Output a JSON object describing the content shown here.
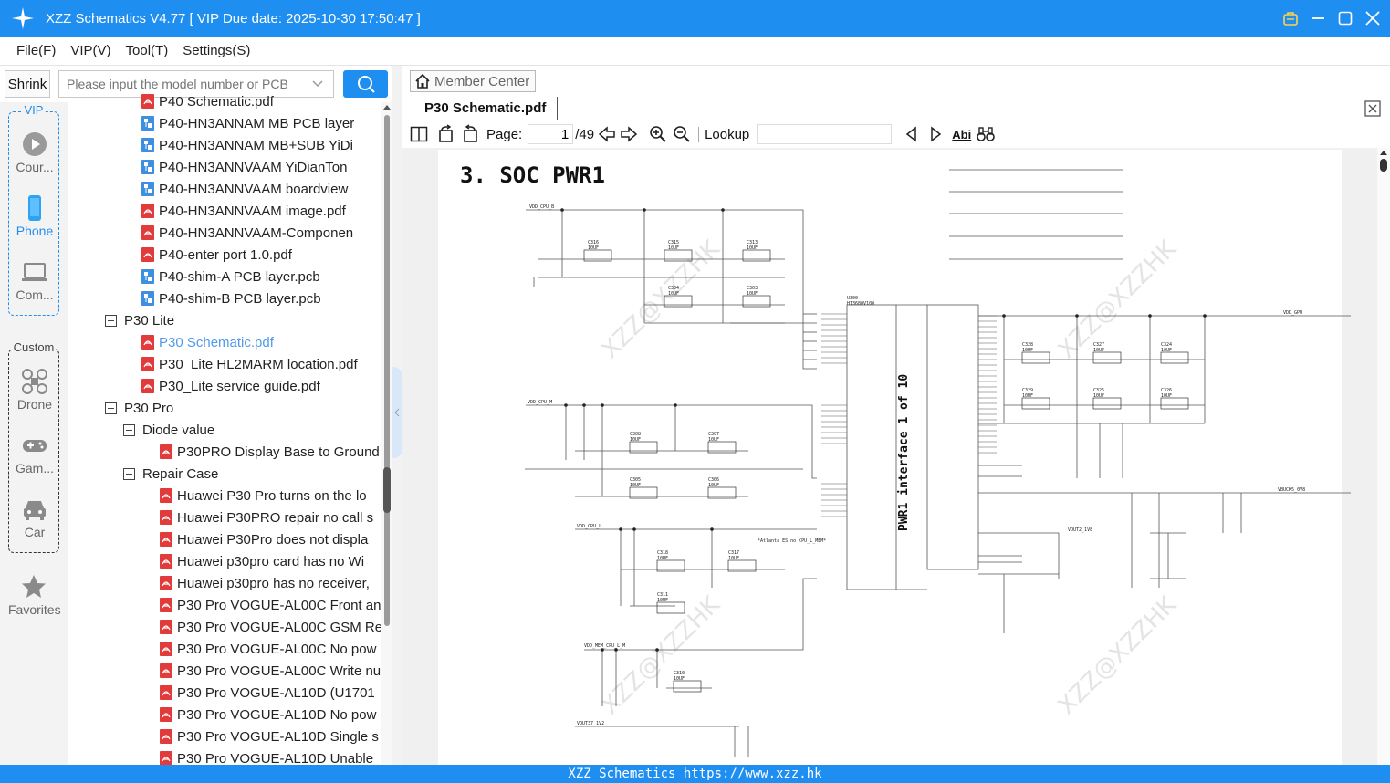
{
  "window": {
    "title": "XZZ Schematics V4.77 [ VIP Due date: 2025-10-30 17:50:47 ]"
  },
  "menu": [
    "File(F)",
    "VIP(V)",
    "Tool(T)",
    "Settings(S)"
  ],
  "search": {
    "shrink_label": "Shrink",
    "placeholder": "Please input the model number or PCB"
  },
  "nav": {
    "vip_label": "VIP",
    "custom_label": "Custom",
    "items": {
      "course": "Cour...",
      "phone": "Phone",
      "computer": "Com...",
      "drone": "Drone",
      "game": "Gam...",
      "car": "Car",
      "favorites": "Favorites"
    }
  },
  "tree": {
    "rows": [
      {
        "type": "pdf",
        "label": "P40 Schematic.pdf",
        "indent": 2
      },
      {
        "type": "pcb",
        "label": "P40-HN3ANNAM MB PCB layer",
        "indent": 2
      },
      {
        "type": "pcb",
        "label": "P40-HN3ANNAM MB+SUB YiDi",
        "indent": 2
      },
      {
        "type": "pcb",
        "label": "P40-HN3ANNVAAM YiDianTon",
        "indent": 2
      },
      {
        "type": "pcb",
        "label": "P40-HN3ANNVAAM boardview",
        "indent": 2
      },
      {
        "type": "pdf",
        "label": "P40-HN3ANNVAAM image.pdf",
        "indent": 2
      },
      {
        "type": "pdf",
        "label": "P40-HN3ANNVAAM-Componen",
        "indent": 2
      },
      {
        "type": "pdf",
        "label": "P40-enter port 1.0.pdf",
        "indent": 2
      },
      {
        "type": "pcb",
        "label": "P40-shim-A PCB layer.pcb",
        "indent": 2
      },
      {
        "type": "pcb",
        "label": "P40-shim-B PCB layer.pcb",
        "indent": 2
      },
      {
        "type": "folder",
        "label": "P30 Lite",
        "indent": 1
      },
      {
        "type": "pdf",
        "label": "P30 Schematic.pdf",
        "indent": 2,
        "selected": true
      },
      {
        "type": "pdf",
        "label": "P30_Lite HL2MARM location.pdf",
        "indent": 2
      },
      {
        "type": "pdf",
        "label": "P30_Lite service guide.pdf",
        "indent": 2
      },
      {
        "type": "folder",
        "label": "P30 Pro",
        "indent": 1
      },
      {
        "type": "folder",
        "label": "Diode value",
        "indent": 2
      },
      {
        "type": "pdf",
        "label": "P30PRO Display Base to Ground",
        "indent": 3
      },
      {
        "type": "folder",
        "label": "Repair Case",
        "indent": 2
      },
      {
        "type": "pdf",
        "label": "Huawei P30 Pro turns on the lo",
        "indent": 3
      },
      {
        "type": "pdf",
        "label": "Huawei P30PRO repair no call s",
        "indent": 3
      },
      {
        "type": "pdf",
        "label": "Huawei P30Pro does not displa",
        "indent": 3
      },
      {
        "type": "pdf",
        "label": "Huawei p30pro card has no Wi",
        "indent": 3
      },
      {
        "type": "pdf",
        "label": "Huawei p30pro has no receiver,",
        "indent": 3
      },
      {
        "type": "pdf",
        "label": "P30 Pro VOGUE-AL00C Front an",
        "indent": 3
      },
      {
        "type": "pdf",
        "label": "P30 Pro VOGUE-AL00C GSM Re",
        "indent": 3
      },
      {
        "type": "pdf",
        "label": "P30 Pro VOGUE-AL00C No pow",
        "indent": 3
      },
      {
        "type": "pdf",
        "label": "P30 Pro VOGUE-AL00C Write nu",
        "indent": 3
      },
      {
        "type": "pdf",
        "label": "P30 Pro VOGUE-AL10D (U1701 ",
        "indent": 3
      },
      {
        "type": "pdf",
        "label": "P30 Pro VOGUE-AL10D No pow",
        "indent": 3
      },
      {
        "type": "pdf",
        "label": "P30 Pro VOGUE-AL10D Single s",
        "indent": 3
      },
      {
        "type": "pdf",
        "label": "P30 Pro VOGUE-AL10D Unable ",
        "indent": 3
      }
    ]
  },
  "viewer": {
    "member_center": "Member Center",
    "tab_label": "P30 Schematic.pdf",
    "page_label": "Page:",
    "page_value": "1",
    "page_total": "/49",
    "lookup_label": "Lookup",
    "abi_label": "Abi"
  },
  "schematic": {
    "heading": "3. SOC PWR1",
    "u300": "U300",
    "part": "HI3680V100",
    "vertical_title": "PWR1 interface 1 of 10",
    "watermark": "XZZ@XZZHK",
    "nets": [
      "VDD_CPU_B",
      "VDD_CPU_M",
      "VDD_CPU_L",
      "VDD_MEM_CPU_L_M",
      "VOUT37_1V2",
      "VDD_GPU",
      "VBUCK5_0V8",
      "VOUT2_1V8"
    ],
    "caps_top": [
      "C316",
      "C315",
      "C313",
      "C304",
      "C303"
    ],
    "caps_mid": [
      "C308",
      "C307",
      "C305",
      "C306"
    ],
    "caps_low": [
      "C318",
      "C317",
      "C311",
      "C310"
    ],
    "caps_gpu": [
      "C328",
      "C327",
      "C324",
      "C329",
      "C325",
      "C326"
    ],
    "cap_value": "10UF",
    "note": "*Atlanta ES no CPU_L_MEM*"
  },
  "status": "XZZ Schematics https://www.xzz.hk",
  "colors": {
    "accent": "#1f8ef1",
    "pdf_icon": "#e23b3b",
    "pcb_icon": "#3e8fe0",
    "selected_text": "#4f9be8"
  }
}
